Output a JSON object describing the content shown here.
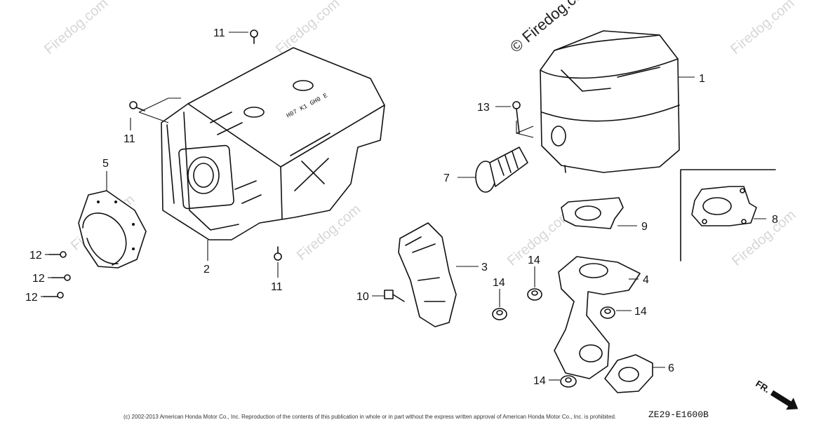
{
  "watermark": {
    "brand": "Firedog.com",
    "copyright": "© Firedog.com"
  },
  "callouts": [
    {
      "id": "1",
      "label": "1"
    },
    {
      "id": "2",
      "label": "2"
    },
    {
      "id": "3",
      "label": "3"
    },
    {
      "id": "4",
      "label": "4"
    },
    {
      "id": "5",
      "label": "5"
    },
    {
      "id": "6",
      "label": "6"
    },
    {
      "id": "7",
      "label": "7"
    },
    {
      "id": "8",
      "label": "8"
    },
    {
      "id": "9",
      "label": "9"
    },
    {
      "id": "10",
      "label": "10"
    },
    {
      "id": "11a",
      "label": "11"
    },
    {
      "id": "11b",
      "label": "11"
    },
    {
      "id": "11c",
      "label": "11"
    },
    {
      "id": "12a",
      "label": "12"
    },
    {
      "id": "12b",
      "label": "12"
    },
    {
      "id": "12c",
      "label": "12"
    },
    {
      "id": "13",
      "label": "13"
    },
    {
      "id": "14a",
      "label": "14"
    },
    {
      "id": "14b",
      "label": "14"
    },
    {
      "id": "14c",
      "label": "14"
    },
    {
      "id": "14d",
      "label": "14"
    }
  ],
  "footer": {
    "copyright_notice": "(c) 2002-2013 American Honda Motor Co., Inc. Reproduction of the contents of this publication in whole or in part without the express written approval of American Honda Motor Co., Inc. is prohibited.",
    "diagram_code": "ZE29-E1600B"
  },
  "direction_indicator": {
    "label": "FR."
  },
  "shield_stamp": "H07 K1 GH0 E"
}
